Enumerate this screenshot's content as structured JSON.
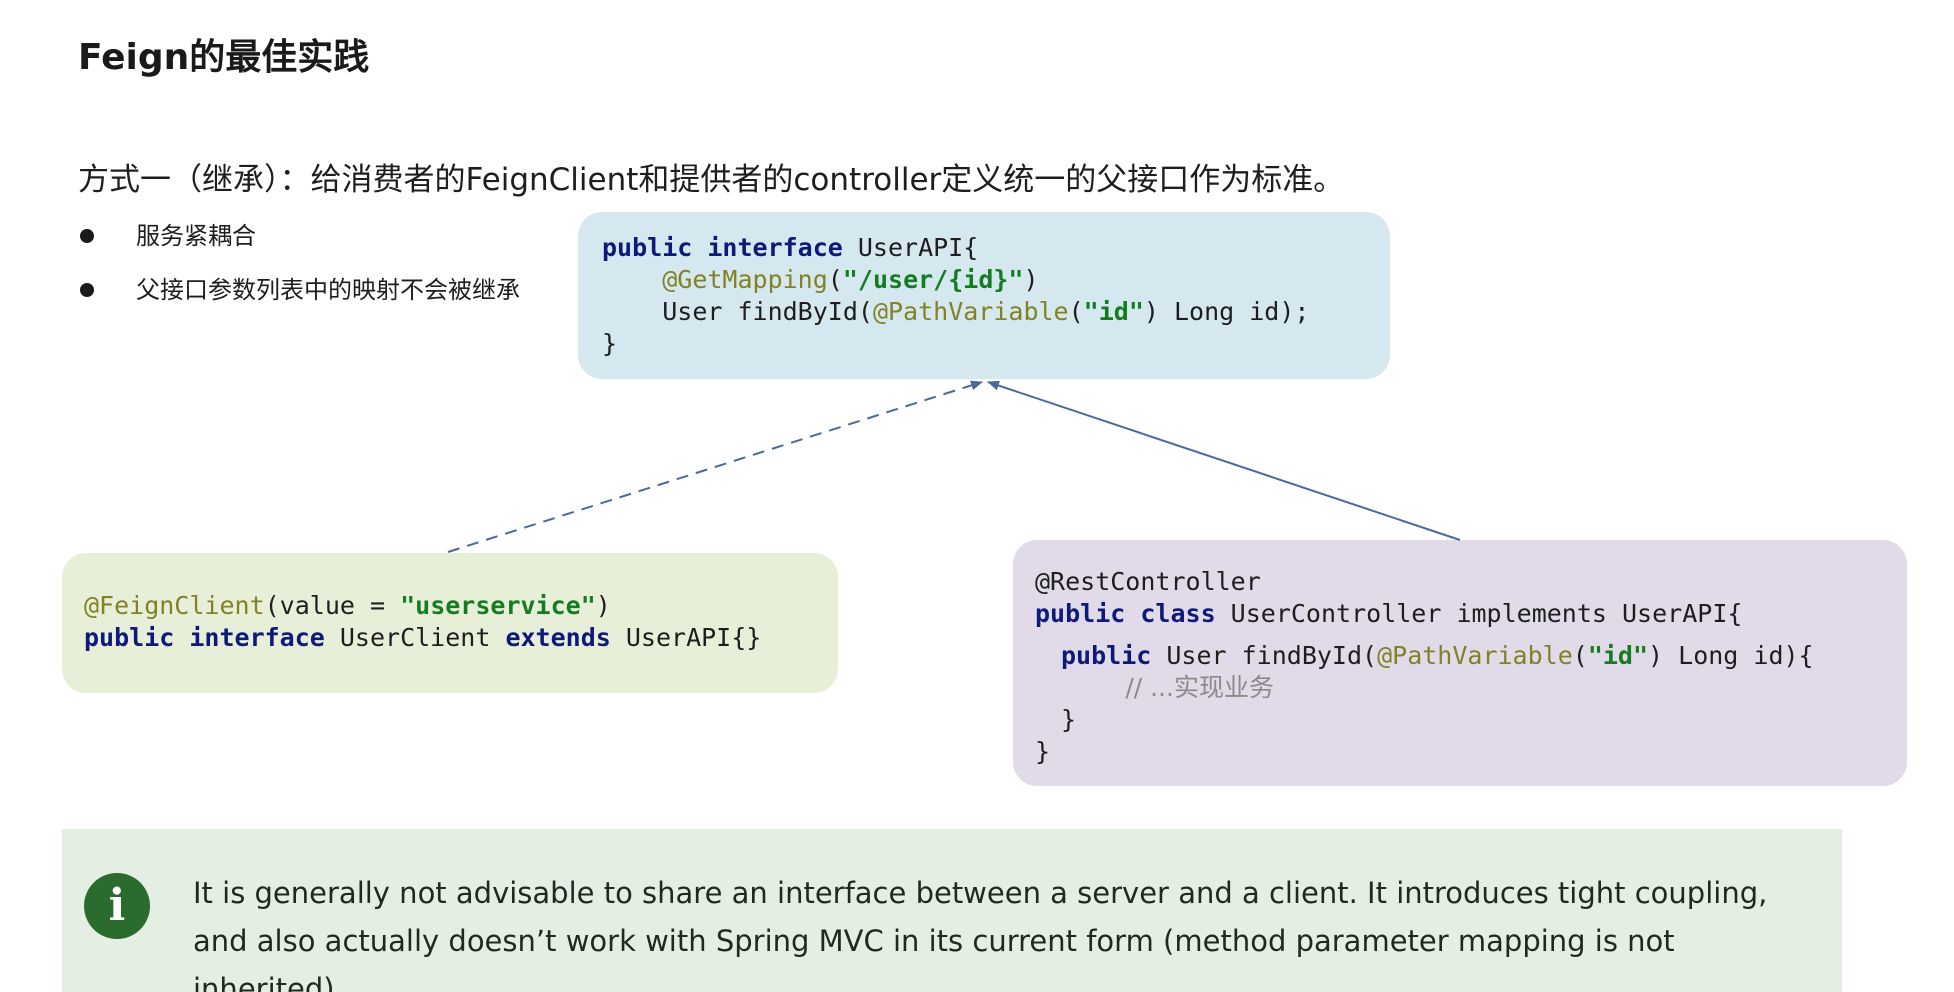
{
  "slide": {
    "title": "Feign的最佳实践",
    "subtitle": "方式一（继承）：给消费者的FeignClient和提供者的controller定义统一的父接口作为标准。",
    "bullets": [
      "服务紧耦合",
      "父接口参数列表中的映射不会被继承"
    ]
  },
  "code_api": {
    "line1_kw": "public interface",
    "line1_rest": " UserAPI{",
    "line2_ann": "@GetMapping",
    "line2_open": "(",
    "line2_str": "\"/user/{id}\"",
    "line2_close": ")",
    "line3_pre": "User findById(",
    "line3_ann": "@PathVariable",
    "line3_open": "(",
    "line3_str": "\"id\"",
    "line3_post": ") Long id);",
    "line4": "}"
  },
  "code_client": {
    "line1_ann": "@FeignClient",
    "line1_mid": "(value = ",
    "line1_str": "\"userservice\"",
    "line1_close": ")",
    "line2_kw1": "public interface",
    "line2_mid": " UserClient ",
    "line2_kw2": "extends",
    "line2_rest": " UserAPI{}"
  },
  "code_controller": {
    "line1": "@RestController",
    "line2_kw": "public class",
    "line2_rest": " UserController implements UserAPI{",
    "line3_kw": "public",
    "line3_pre": " User findById(",
    "line3_ann": "@PathVariable",
    "line3_open": "(",
    "line3_str": "\"id\"",
    "line3_post": ") Long id){",
    "line4_comment": "// ...实现业务",
    "line5": "}",
    "line6": "}"
  },
  "note": {
    "icon": "info-icon",
    "text": "It is generally not advisable to share an interface between a server and a client. It introduces tight coupling, and also actually doesn’t work with Spring MVC in its current form (method parameter mapping is not inherited)."
  },
  "colors": {
    "api_box": "#d5e8ef",
    "client_box": "#e8efd9",
    "controller_box": "#e1dbe9",
    "note_box": "#e5eee2",
    "note_icon": "#2b6b2e",
    "keyword": "#0d1a7a",
    "annotation": "#828224",
    "string": "#137d20",
    "arrow": "#4a6a9c"
  }
}
